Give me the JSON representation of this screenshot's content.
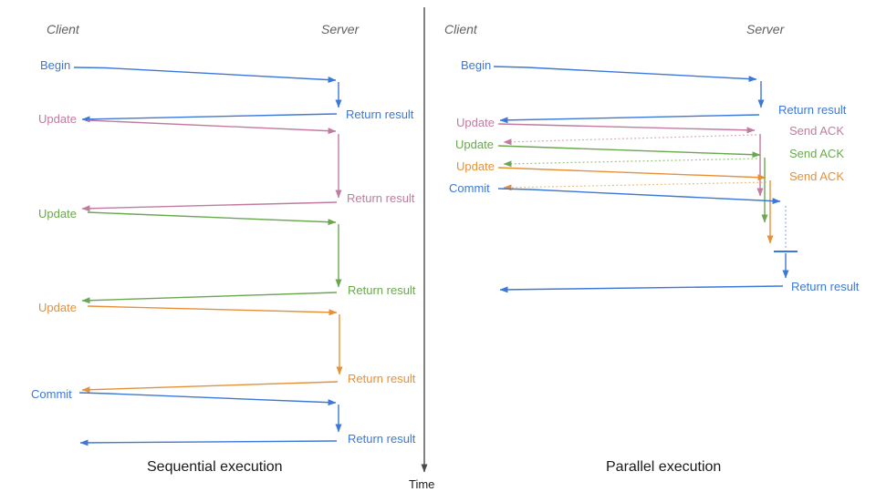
{
  "colors": {
    "blue": "#3c78d8",
    "pink": "#c27ba0",
    "green": "#6aa84f",
    "orange": "#e69138",
    "blue_light": "#7da7e8",
    "pink_light": "#d2a4bd",
    "green_light": "#94c47d",
    "orange_light": "#efb975",
    "gray": "#616161",
    "axis": "#4a4a4a"
  },
  "time_axis": {
    "label": "Time"
  },
  "sequential": {
    "title": "Sequential execution",
    "client_header": "Client",
    "server_header": "Server",
    "steps": [
      {
        "request": "Begin",
        "response": "Return result"
      },
      {
        "request": "Update",
        "response": "Return result"
      },
      {
        "request": "Update",
        "response": "Return result"
      },
      {
        "request": "Update",
        "response": "Return result"
      },
      {
        "request": "Commit",
        "response": "Return result"
      }
    ]
  },
  "parallel": {
    "title": "Parallel execution",
    "client_header": "Client",
    "server_header": "Server",
    "steps": [
      {
        "request": "Begin",
        "response": "Return result"
      },
      {
        "request": "Update",
        "response": "Send ACK"
      },
      {
        "request": "Update",
        "response": "Send ACK"
      },
      {
        "request": "Update",
        "response": "Send ACK"
      },
      {
        "request": "Commit",
        "response": "Return result"
      }
    ]
  }
}
